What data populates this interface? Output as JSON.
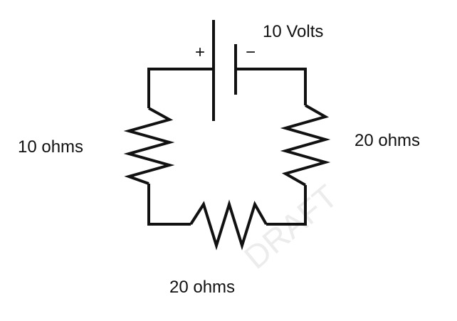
{
  "battery": {
    "voltage_label": "10 Volts",
    "positive_symbol": "+",
    "negative_symbol": "−"
  },
  "resistors": {
    "left_label": "10 ohms",
    "right_label": "20 ohms",
    "bottom_label": "20 ohms"
  },
  "watermark": {
    "text": "DRAFT"
  },
  "colors": {
    "wire": "#111111",
    "background": "#ffffff"
  }
}
